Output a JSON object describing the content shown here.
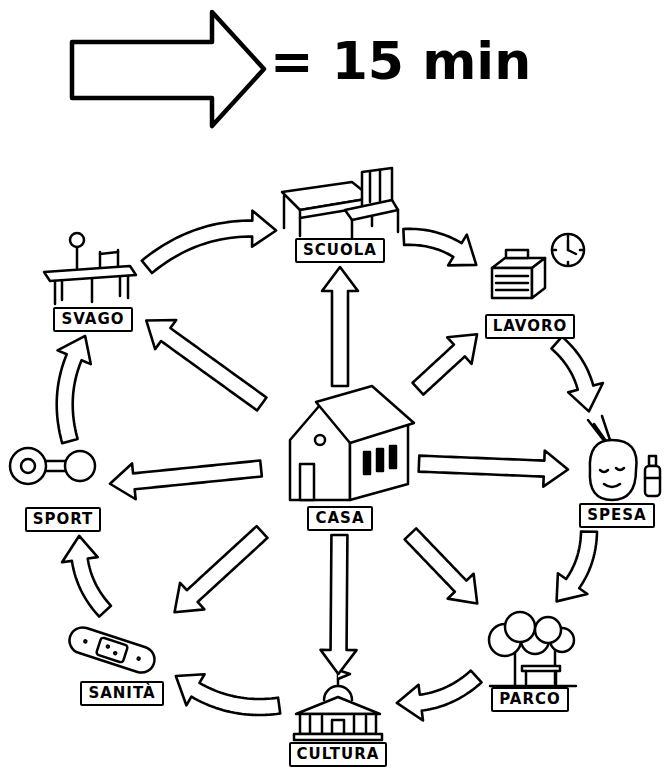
{
  "diagram": {
    "nodes": [
      {
        "text": [
          "SCUOLA"
        ]
      },
      {
        "text": [
          "SVAGO"
        ]
      },
      {
        "text": [
          "LAVORO"
        ]
      },
      {
        "text": [
          "SPORT"
        ]
      },
      {
        "text": [
          "CASA"
        ]
      },
      {
        "text": [
          "SPESA"
        ]
      },
      {
        "text": [
          "SANITÀ"
        ]
      },
      {
        "text": [
          "PARCO"
        ]
      },
      {
        "text": [
          "CULTURA"
        ]
      }
    ],
    "edges": [
      {
        "from": 4,
        "to": 0,
        "arrow": "to"
      },
      {
        "from": 4,
        "to": 2,
        "arrow": "to"
      },
      {
        "from": 4,
        "to": 5,
        "arrow": "to"
      },
      {
        "from": 4,
        "to": 7,
        "arrow": "to"
      },
      {
        "from": 4,
        "to": 8,
        "arrow": "to"
      },
      {
        "from": 4,
        "to": 6,
        "arrow": "to"
      },
      {
        "from": 4,
        "to": 3,
        "arrow": "to"
      },
      {
        "from": 4,
        "to": 1,
        "arrow": "to"
      },
      {
        "from": 1,
        "to": 0,
        "arrow": "to"
      },
      {
        "from": 0,
        "to": 2,
        "arrow": "to"
      },
      {
        "from": 2,
        "to": 5,
        "arrow": "to"
      },
      {
        "from": 5,
        "to": 7,
        "arrow": "to"
      },
      {
        "from": 7,
        "to": 8,
        "arrow": "to"
      },
      {
        "from": 8,
        "to": 6,
        "arrow": "to"
      },
      {
        "from": 6,
        "to": 3,
        "arrow": "to"
      },
      {
        "from": 3,
        "to": 1,
        "arrow": "to"
      }
    ],
    "legend": [
      {
        "text": "= 15 min"
      }
    ]
  }
}
